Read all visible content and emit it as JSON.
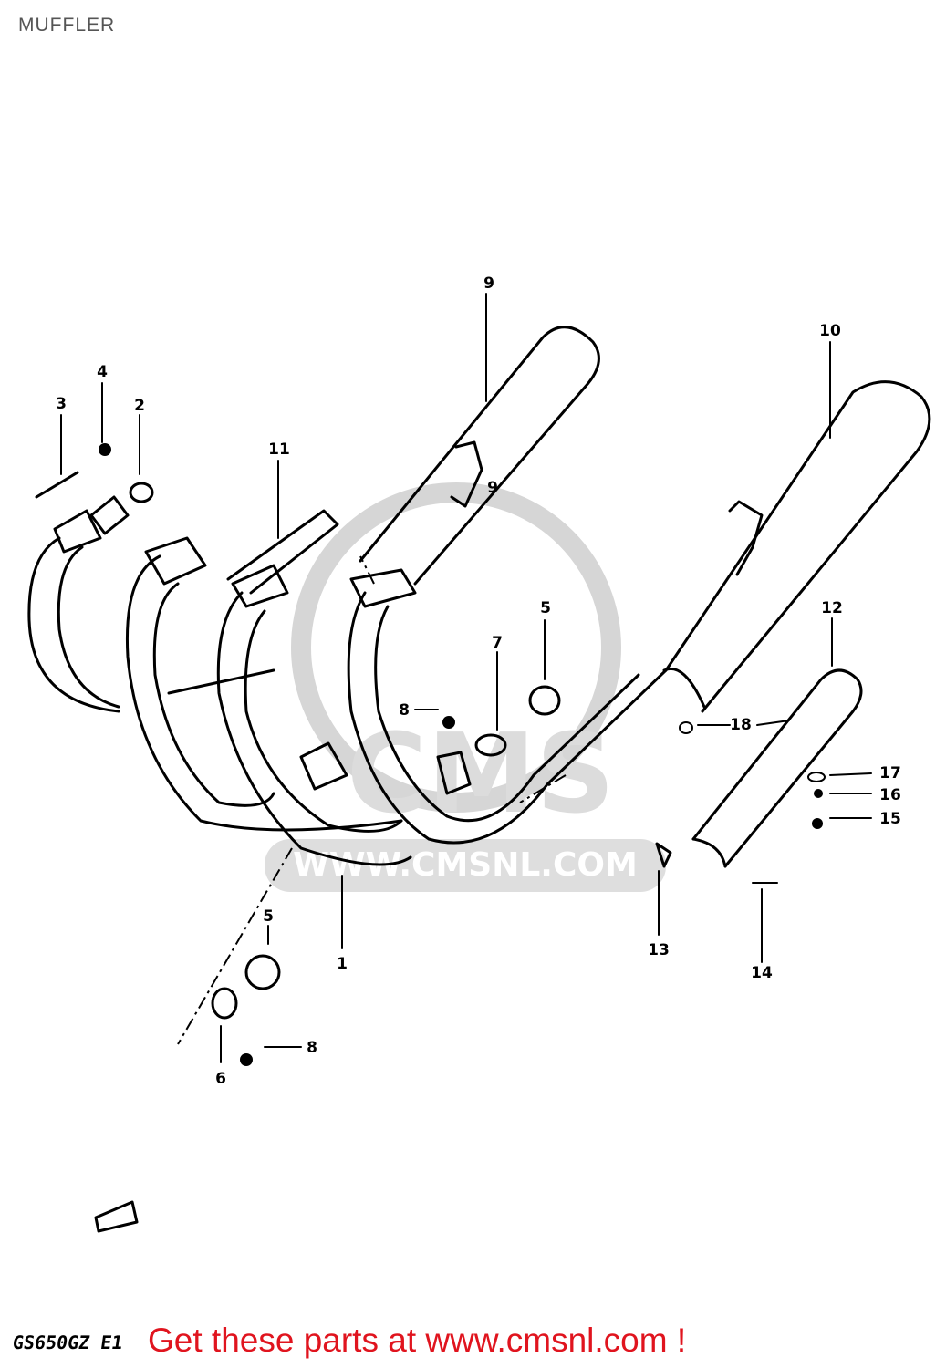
{
  "title": "MUFFLER",
  "watermark": {
    "logo": "CMS",
    "url": "WWW.CMSNL.COM"
  },
  "callouts": [
    "1",
    "2",
    "3",
    "4",
    "5",
    "5",
    "6",
    "7",
    "8",
    "8",
    "9",
    "9",
    "10",
    "11",
    "12",
    "13",
    "14",
    "15",
    "16",
    "17",
    "18"
  ],
  "footer": {
    "model_code": "GS650GZ E1",
    "link_text": "Get these parts at www.cmsnl.com !",
    "link_color": "#e0141e"
  }
}
